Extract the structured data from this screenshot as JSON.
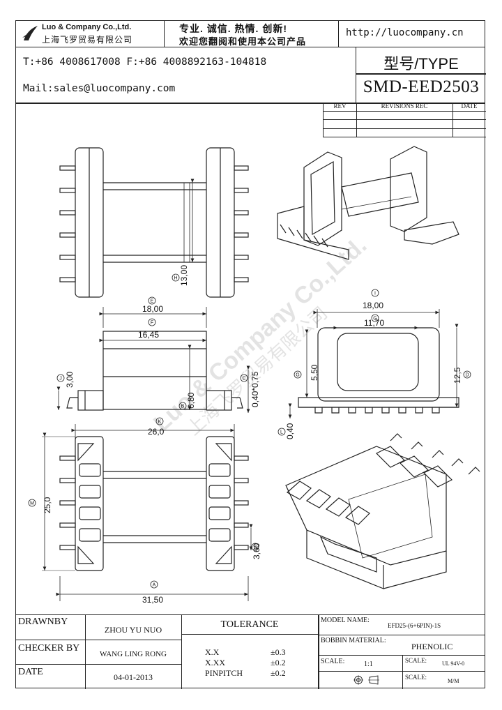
{
  "company": {
    "name_en": "Luo & Company Co.,Ltd.",
    "name_cn": "上海飞罗贸易有限公司",
    "slogan_line1": "专业. 诚信.  热情.  创新!",
    "slogan_line2": "欢迎您翻阅和使用本公司产品",
    "website": "http://luocompany.cn",
    "phone_fax": "T:+86 4008617008 F:+86 4008892163-104818",
    "mail": "Mail:sales@luocompany.com",
    "watermark": "Luo & Company Co.,Ltd.",
    "watermark_cn": "上海飞罗贸易有限公司"
  },
  "type_block": {
    "label": "型号/TYPE",
    "model": "SMD-EED2503"
  },
  "revisions": {
    "headers": [
      "REV",
      "REVISIONS REC",
      "DATE"
    ]
  },
  "dimensions": {
    "top_view_height": "13,00",
    "top_view_height_tag": "H",
    "side_overall": "18,00",
    "side_overall_tag": "E",
    "side_inner": "16,45",
    "side_inner_tag": "F",
    "side_left": "3,00",
    "side_left_tag": "J",
    "side_bottom": "6,80",
    "side_bottom_tag": "B",
    "side_pin": "0,40*0,75",
    "side_pin_tag": "C",
    "front_overall": "18,00",
    "front_overall_tag": "I",
    "front_inner": "11,70",
    "front_inner_tag": "G",
    "front_window": "5,50",
    "front_window_tag": "G",
    "front_height": "12,5",
    "front_height_tag": "D",
    "front_base": "0,40",
    "front_base_tag": "L",
    "bottom_width": "26,0",
    "bottom_width_tag": "K",
    "bottom_height": "25,0",
    "bottom_height_tag": "M",
    "bottom_pitch": "3,60",
    "bottom_pitch_tag": "B",
    "bottom_overall": "31,50",
    "bottom_overall_tag": "A"
  },
  "footer": {
    "drawnby_label": "DRAWNBY",
    "drawnby_value": "ZHOU YU NUO",
    "checker_label": "CHECKER BY",
    "checker_value": "WANG  LING RONG",
    "date_label": "DATE",
    "date_value": "04-01-2013",
    "tolerance_label": "TOLERANCE",
    "tol_rows": [
      {
        "name": "X.X",
        "value": "±0.3"
      },
      {
        "name": "X.XX",
        "value": "±0.2"
      },
      {
        "name": "PINPITCH",
        "value": "±0.2"
      }
    ],
    "model_name_label": "MODEL NAME:",
    "model_name_value": "EFD25-(6+6PIN)-1S",
    "bobbin_label": "BOBBIN MATERIAL:",
    "bobbin_value": "PHENOLIC",
    "scale_label": "SCALE:",
    "scale_value": "1:1",
    "scale2_label": "SCALE:",
    "scale2_value": "UL 94V-0",
    "scale3_label": "SCALE:",
    "scale3_value": "M/M"
  }
}
